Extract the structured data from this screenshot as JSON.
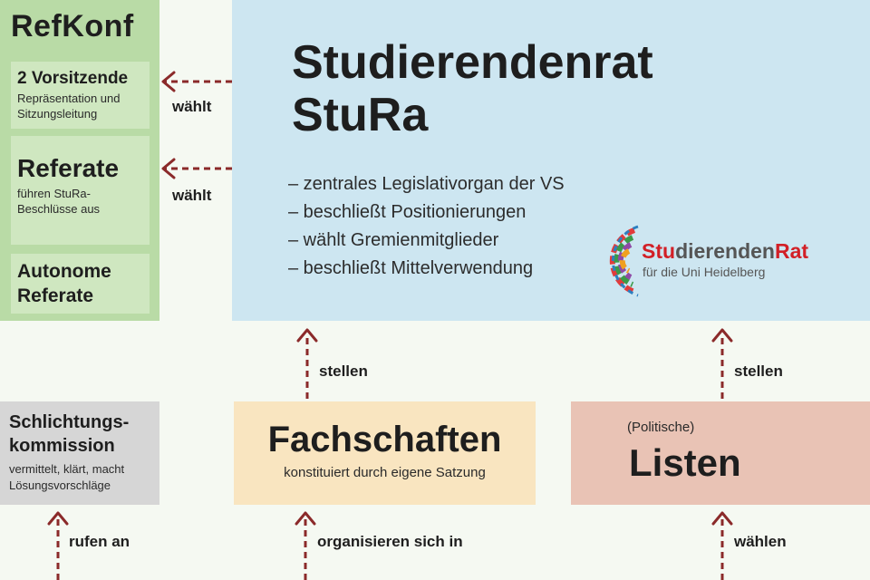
{
  "refkonf": {
    "title": "RefKonf",
    "vorsitzende": {
      "title": "2 Vorsitzende",
      "desc_line1": "Repräsentation und",
      "desc_line2": "Sitzungsleitung"
    },
    "referate": {
      "title": "Referate",
      "desc_line1": "führen StuRa-",
      "desc_line2": "Beschlüsse aus"
    },
    "autonome": {
      "line1": "Autonome",
      "line2": "Referate"
    }
  },
  "stura": {
    "title_line1": "Studierendenrat",
    "title_line2": "StuRa",
    "items": [
      "– zentrales Legislativorgan der VS",
      "– beschließt Positionierungen",
      "– wählt Gremienmitglieder",
      "– beschließt Mittelverwendung"
    ]
  },
  "logo": {
    "name_part1": "Stu",
    "name_part2": "dierenden",
    "name_part3": "Rat",
    "subtitle": "für die Uni Heidelberg"
  },
  "schlichtung": {
    "title_line1": "Schlichtungs-",
    "title_line2": "kommission",
    "desc_line1": "vermittelt, klärt, macht",
    "desc_line2": "Lösungsvorschläge"
  },
  "fachschaften": {
    "title": "Fachschaften",
    "desc": "konstituiert durch eigene Satzung"
  },
  "listen": {
    "prefix": "(Politische)",
    "title": "Listen"
  },
  "arrows": {
    "waehlt_1": "wählt",
    "waehlt_2": "wählt",
    "stellen_1": "stellen",
    "stellen_2": "stellen",
    "rufen_an": "rufen an",
    "organisieren": "organisieren sich in",
    "waehlen": "wählen"
  },
  "colors": {
    "refkonf_bg": "#b9dba6",
    "stura_bg": "#cde6f1",
    "schlichtung_bg": "#d6d6d6",
    "fachschaften_bg": "#f9e5c0",
    "listen_bg": "#e9c3b5",
    "arrow": "#8b2a2a",
    "logo_red": "#d21f26"
  }
}
